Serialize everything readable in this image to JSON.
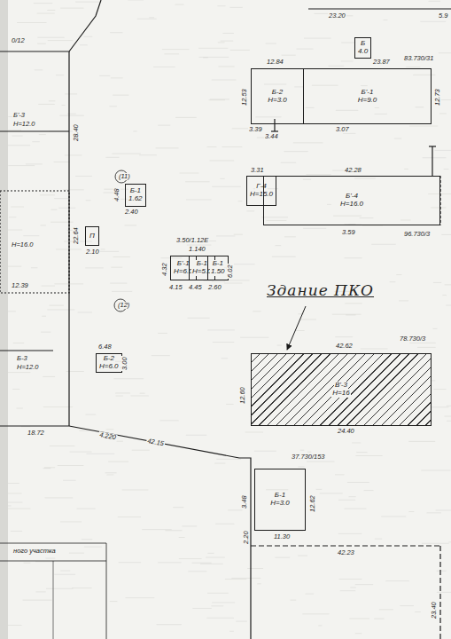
{
  "diagram": {
    "nodes": [
      {
        "text": [
          "Б-2",
          "Н=3.0"
        ]
      },
      {
        "text": [
          "Б'-1",
          "Н=9.0"
        ]
      },
      {
        "text": [
          "Г-4",
          "Н=15.0"
        ]
      },
      {
        "text": [
          "Б'-4",
          "Н=16.0"
        ]
      },
      {
        "text": [
          "Б-1",
          "1.62"
        ]
      },
      {
        "text": [
          "П"
        ]
      },
      {
        "text": [
          "Б'-1",
          "Н=6.0"
        ]
      },
      {
        "text": [
          "Б-1",
          "Н=5.0"
        ]
      },
      {
        "text": [
          "Б-1",
          "1.50"
        ]
      },
      {
        "text": [
          "Б-2",
          "Н=6.0"
        ]
      },
      {
        "text": [
          "В'-3",
          "Н=16"
        ]
      },
      {
        "text": [
          "Б-1",
          "Н=3.0"
        ]
      },
      {
        "text": [
          "Б",
          "4.0"
        ]
      }
    ],
    "labels": [
      "0/12",
      "12.84",
      "23.87",
      "83.730/31",
      "23.20",
      "5.9",
      "12.53",
      "12.73",
      "3.39",
      "3.44",
      "3.07",
      "42.28",
      "3.31",
      "3.59",
      "96.730/3",
      "4.48",
      "2.40",
      "(11)",
      "22.64",
      "2.10",
      "28.40",
      "3.50/1.12E",
      "1.140",
      "4.32",
      "6.02",
      "4.15",
      "4.45",
      "2.60",
      "(12)",
      "6.48",
      "3.00",
      "Здание ПКО",
      "42.62",
      "78.730/3",
      "12.60",
      "24.40",
      "18.72",
      "42.15",
      "4.220",
      "37.730/153",
      "3.48",
      "12.62",
      "11.30",
      "2.20",
      "42.23",
      "23.40",
      "Б'-3",
      "Н=12.0",
      "Н=16.0",
      "12.39",
      "Б-3",
      "Н=12.0",
      "ного участка"
    ]
  }
}
